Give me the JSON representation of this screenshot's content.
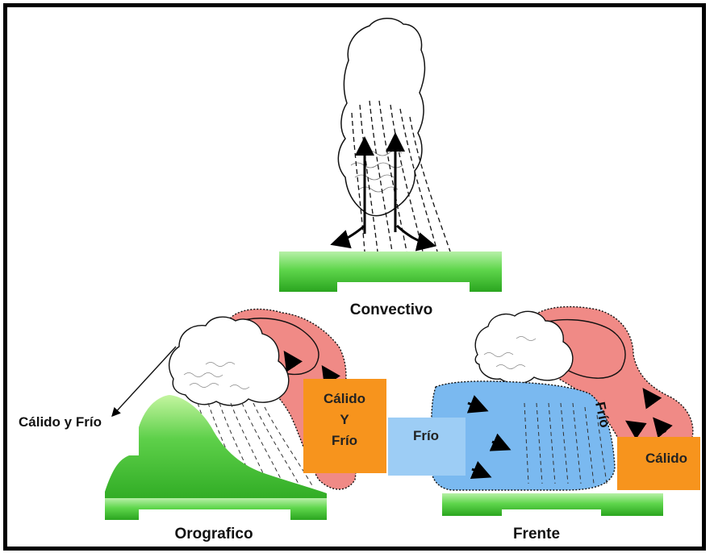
{
  "labels": {
    "convectivo": "Convectivo",
    "orografico": "Orografico",
    "frente": "Frente",
    "calido_y_frio": "Cálido y Frío",
    "calido_box_line1": "Cálido",
    "calido_box_line2": "Y",
    "calido_box_line3": "Frío",
    "frio_box": "Frío",
    "calido_box": "Cálido",
    "frio_front": "Frío"
  },
  "colors": {
    "ground_green": "#4ccf3f",
    "mountain_green": "#3fbf32",
    "warm_air_red": "#f07f7f",
    "cold_air_blue": "#7ab9f0",
    "box_orange": "#f7941d",
    "box_light_blue": "#9dcdf5",
    "frame": "#000000"
  }
}
